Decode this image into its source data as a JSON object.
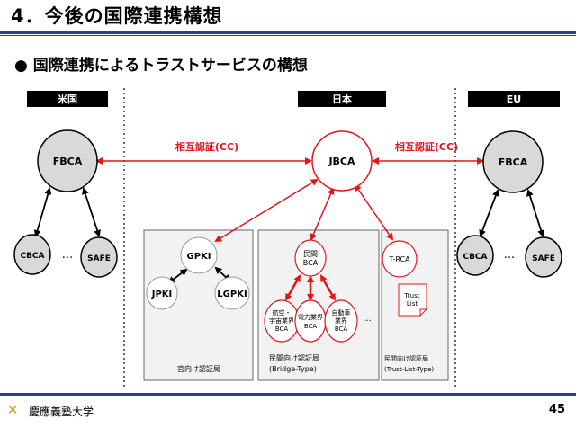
{
  "title": "4．今後の国際連携構想",
  "subtitle": "国際連携によるトラストサービスの構想",
  "colors": {
    "accent_red": "#e0161d",
    "node_fill": "#d9d9d9",
    "rule_blue": "#2f3f8f",
    "panel_fill": "#f2f2f2"
  },
  "regions": {
    "us": "米国",
    "japan": "日本",
    "eu": "EU"
  },
  "cross_cert_label": "相互認証(CC)",
  "nodes": {
    "fbca_us": "FBCA",
    "cbca": "CBCA",
    "safe_us": "SAFE",
    "ellipsis": "···",
    "jbca": "JBCA",
    "fbca_eu": "FBCA",
    "cbca_eu": "CBCA",
    "safe_eu": "SAFE",
    "gpki": "GPKI",
    "jpki": "JPKI",
    "lgpki": "LGPKI",
    "private_bca": [
      "民間",
      "BCA"
    ],
    "aero_bca": [
      "航空・",
      "宇宙業界",
      "BCA"
    ],
    "power_bca": [
      "電力業界",
      "BCA"
    ],
    "auto_bca": [
      "自動車",
      "業界",
      "BCA"
    ],
    "trca": "T-RCA",
    "trust_list": [
      "Trust",
      "List"
    ]
  },
  "panels": {
    "gov": "官向け認証局",
    "bridge": [
      "民間向け認証局",
      "(Bridge-Type)"
    ],
    "trustlist": [
      "民間向け認証局",
      "(Trust-List-Type)"
    ]
  },
  "footer": {
    "logo": "✕",
    "org": "慶應義塾大学",
    "page": "45"
  }
}
